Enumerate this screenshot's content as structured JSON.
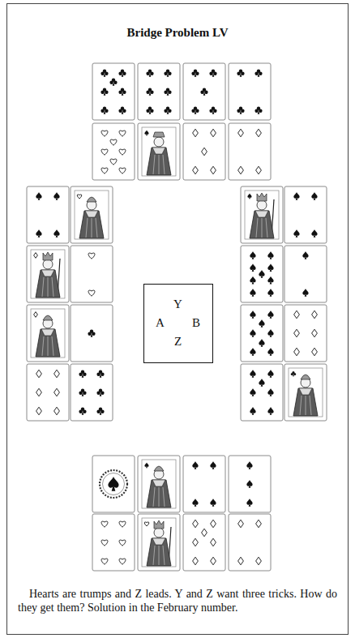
{
  "diagram": {
    "title": "Bridge Problem LV",
    "caption": "Hearts are trumps and Z leads. Y and Z want three tricks. How do they get them? Solution in the February number.",
    "nodes": [
      {
        "text": [
          "Y",
          "A",
          "B",
          "Z"
        ]
      }
    ]
  }
}
